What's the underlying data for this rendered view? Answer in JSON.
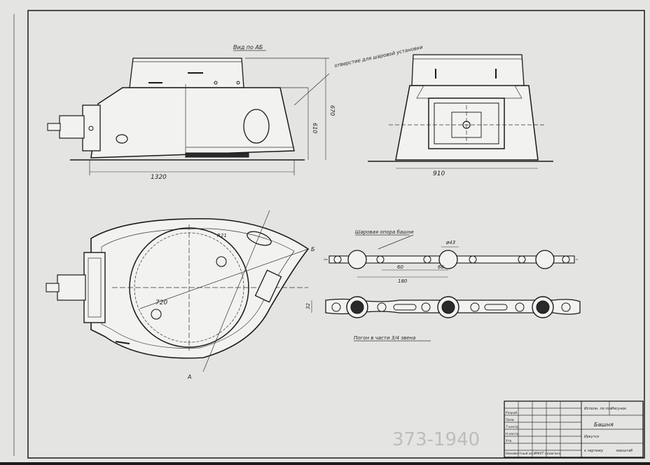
{
  "drawing": {
    "side_view": {
      "section_label": "Вид по АБ",
      "note": "отверстие для шаровой установки",
      "dim_length": "1320",
      "dim_height_inner": "610",
      "dim_height_outer": "670"
    },
    "front_view": {
      "dim_width": "910"
    },
    "plan_view": {
      "dim_radius": "720",
      "dim_r": "R21",
      "marker_a": "А",
      "marker_b": "Б"
    },
    "ring_detail": {
      "title": "Шаровая опора башни",
      "dim_40": "ø43",
      "dim_60a": "60",
      "dim_60b": "60",
      "dim_180": "180",
      "dim_32": "32",
      "caption": "Погон в части 3/4 звена"
    },
    "archive_stamp": "373-1940",
    "title_block": {
      "part_name": "Башня",
      "lines": [
        "Исполн. по поз.",
        "Рисунок",
        "Иркутск",
        "к чертежу",
        "масштаб"
      ],
      "signatures": [
        "Разраб.",
        "Пров.",
        "Т.контр.",
        "Н.контр.",
        "Утв."
      ],
      "footer": "Неизвестный из ИРКУТ полигона"
    }
  }
}
